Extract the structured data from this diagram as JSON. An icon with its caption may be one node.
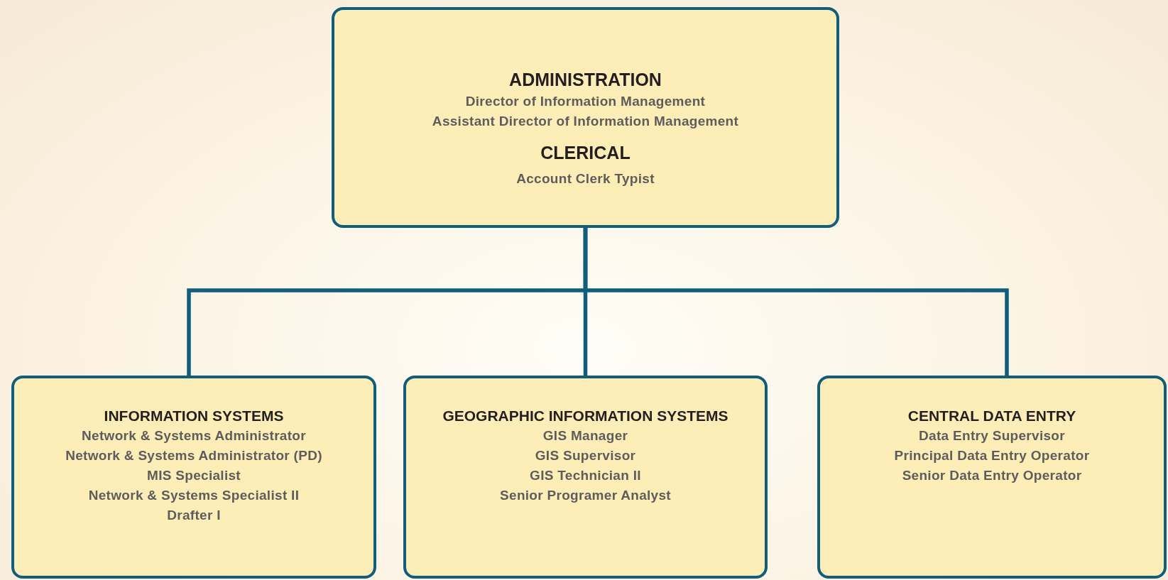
{
  "diagram": {
    "nodes": [
      {
        "text": [
          "ADMINISTRATION",
          "Director of Information Management",
          "Assistant Director of Information Management",
          "CLERICAL",
          "Account Clerk Typist"
        ]
      },
      {
        "text": [
          "INFORMATION SYSTEMS",
          "Network & Systems Administrator",
          "Network & Systems Administrator (PD)",
          "MIS Specialist",
          "Network & Systems Specialist II",
          "Drafter I"
        ]
      },
      {
        "text": [
          "GEOGRAPHIC INFORMATION SYSTEMS",
          "GIS Manager",
          "GIS Supervisor",
          "GIS Technician II",
          "Senior Programer Analyst"
        ]
      },
      {
        "text": [
          "CENTRAL DATA ENTRY",
          "Data Entry Supervisor",
          "Principal Data Entry Operator",
          "Senior Data Entry Operator"
        ]
      }
    ],
    "edges": [
      {
        "from": 0,
        "to": 1,
        "arrow": "none"
      },
      {
        "from": 0,
        "to": 2,
        "arrow": "none"
      },
      {
        "from": 0,
        "to": 3,
        "arrow": "none"
      }
    ]
  }
}
